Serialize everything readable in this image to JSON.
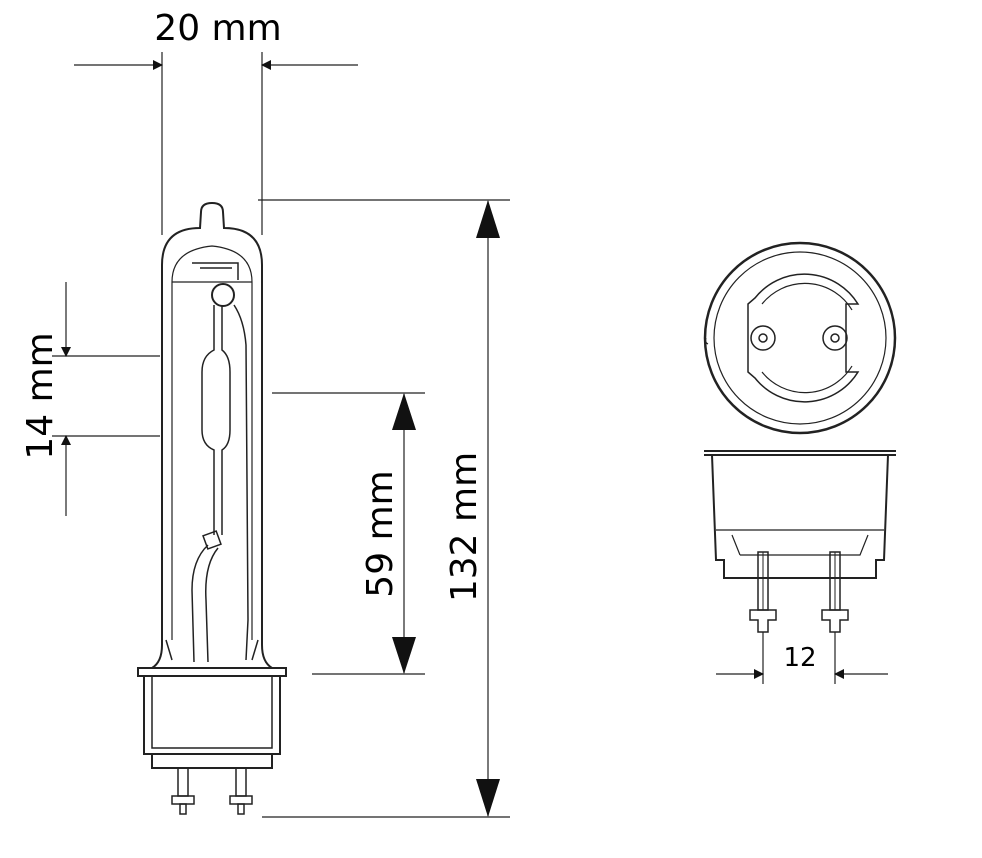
{
  "dimensions": {
    "width_label": "20 mm",
    "arc_label": "14 mm",
    "body_label": "59 mm",
    "length_label": "132 mm",
    "pin_spacing_label": "12"
  },
  "colors": {
    "line": "#222222",
    "background": "#ffffff"
  }
}
